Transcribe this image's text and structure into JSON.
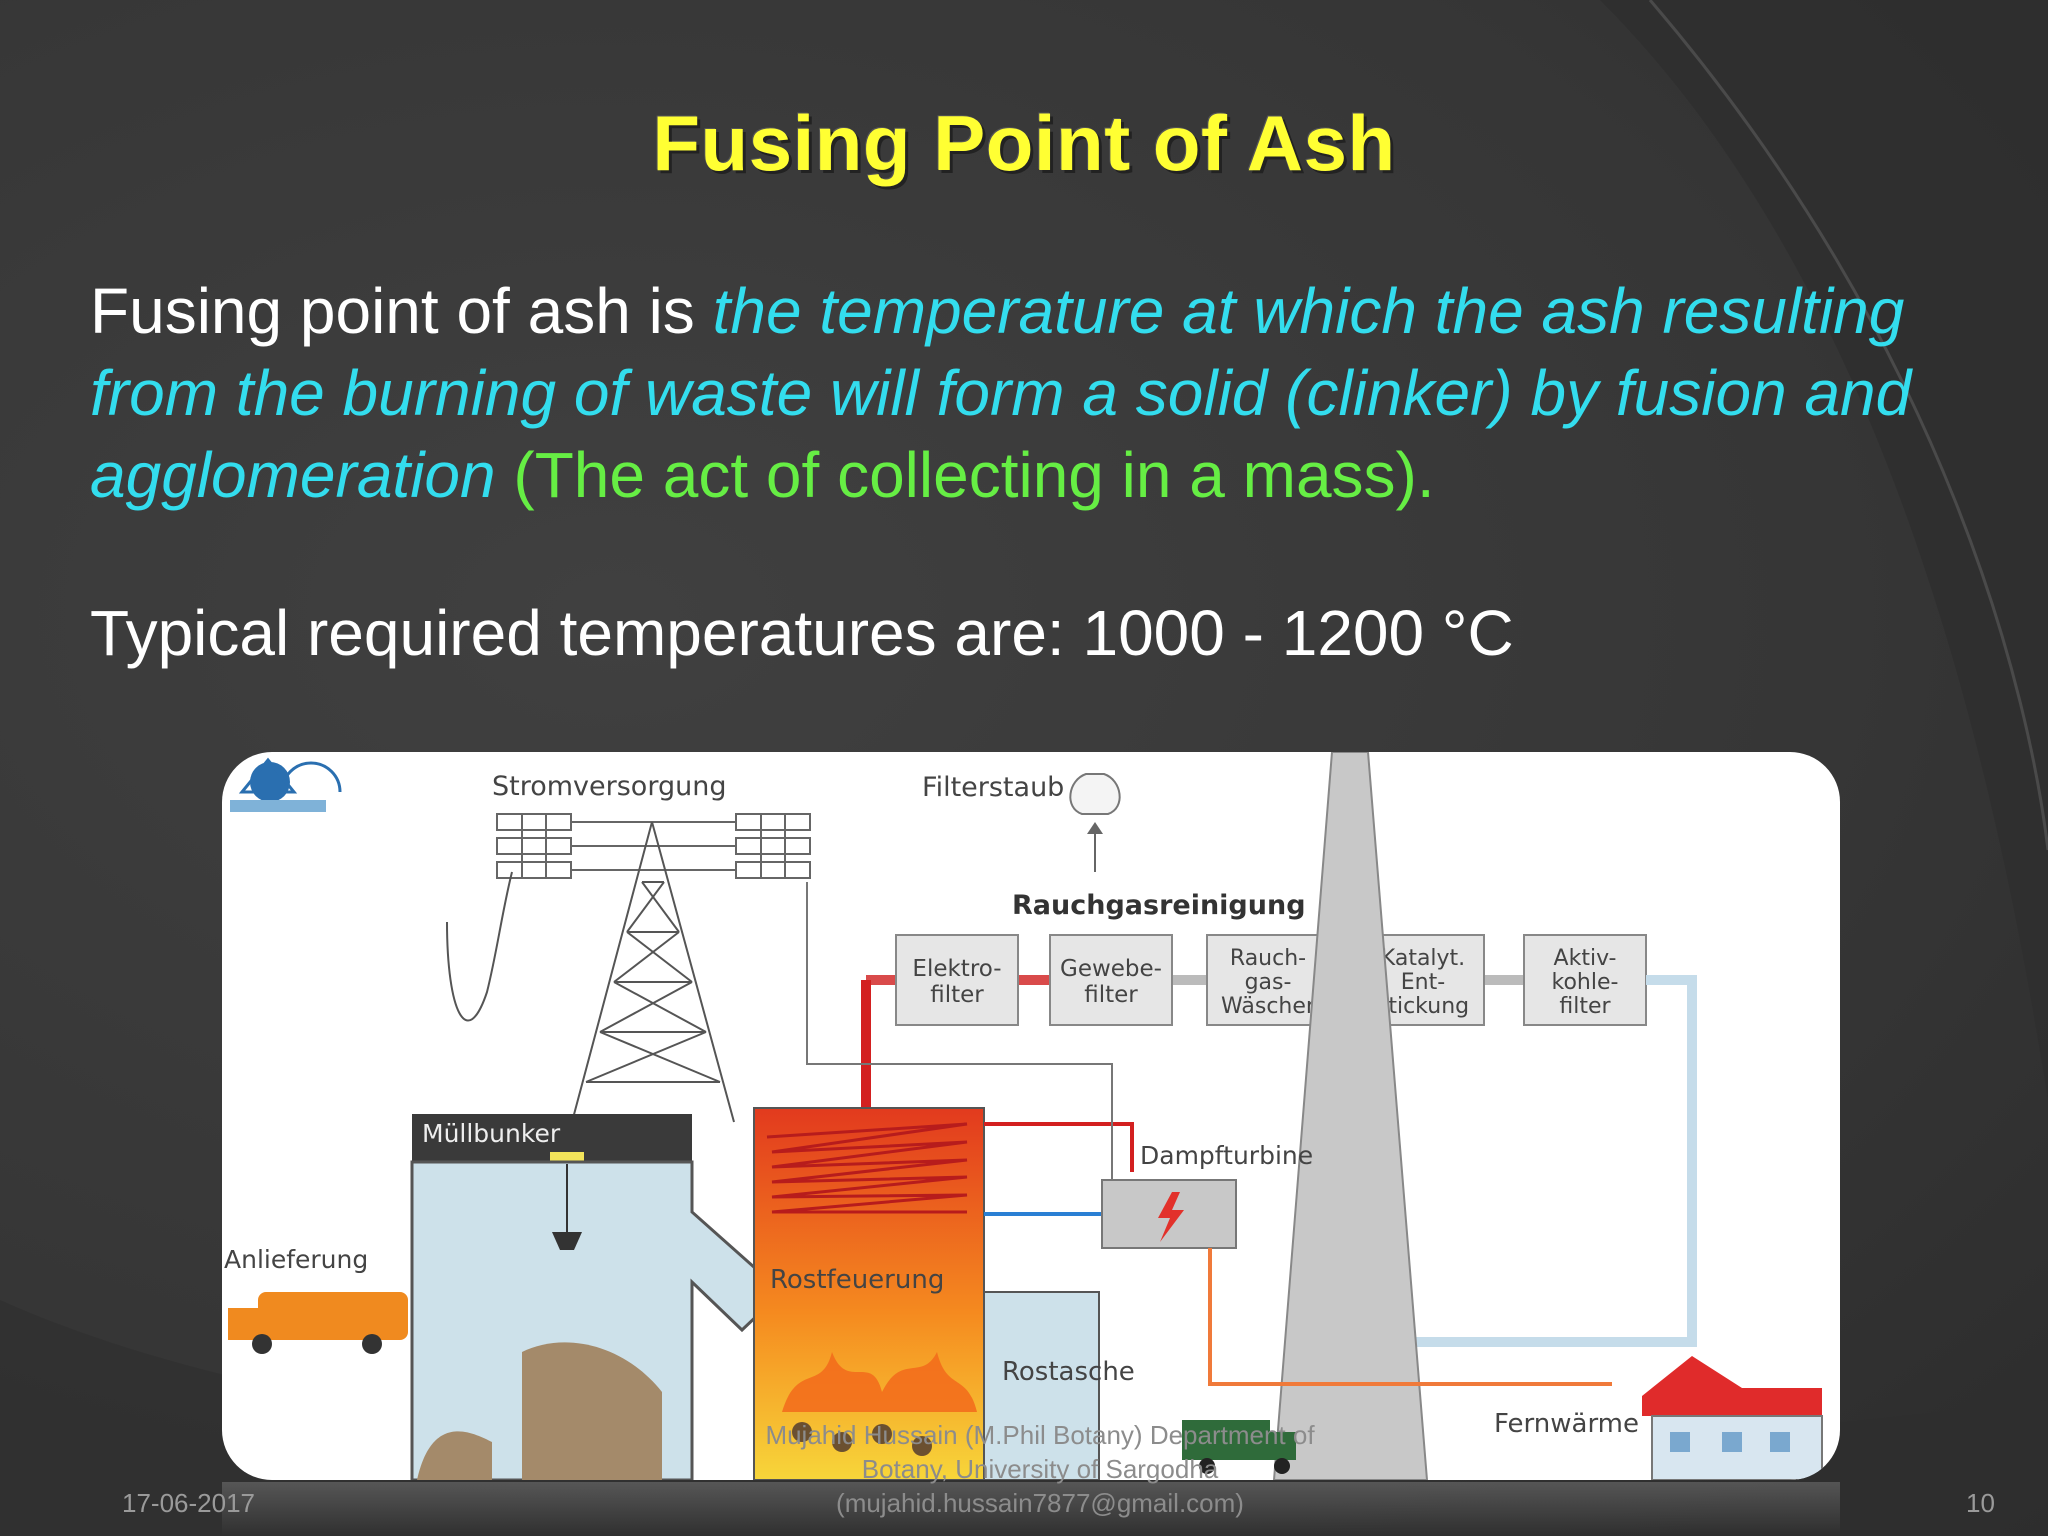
{
  "slide": {
    "title": "Fusing Point of Ash",
    "definition": {
      "lead": "Fusing point of ash is ",
      "definition_text": "the temperature at which the ash resulting from the burning of waste will form a solid (clinker) by fusion and agglomeration",
      "explanation": " (The act of collecting in a mass)."
    },
    "temperature_line": "Typical required temperatures are: 1000 - 1200 °C"
  },
  "diagram": {
    "labels": {
      "stromversorgung": "Stromversorgung",
      "filterstaub": "Filterstaub",
      "rauchgasreinigung": "Rauchgasreinigung",
      "elektrofilter_1": "Elektro-",
      "elektrofilter_2": "filter",
      "gewebefilter_1": "Gewebe-",
      "gewebefilter_2": "filter",
      "rauchgas_1": "Rauch-",
      "rauchgas_2": "gas-",
      "rauchgas_3": "Wäscher",
      "katalyt_1": "Katalyt.",
      "katalyt_2": "Ent-",
      "katalyt_3": "stickung",
      "aktiv_1": "Aktiv-",
      "aktiv_2": "kohle-",
      "aktiv_3": "filter",
      "muellbunker": "Müllbunker",
      "dampfturbine": "Dampfturbine",
      "anlieferung": "Anlieferung",
      "rostfeuerung": "Rostfeuerung",
      "rostasche": "Rostasche",
      "fernwaerme": "Fernwärme"
    }
  },
  "footer": {
    "date": "17-06-2017",
    "author_line1": "Mujahid Hussain (M.Phil Botany) Department of",
    "author_line2": "Botany, University of Sargodha",
    "author_line3": "(mujahid.hussain7877@gmail.com)",
    "page_number": "10"
  }
}
